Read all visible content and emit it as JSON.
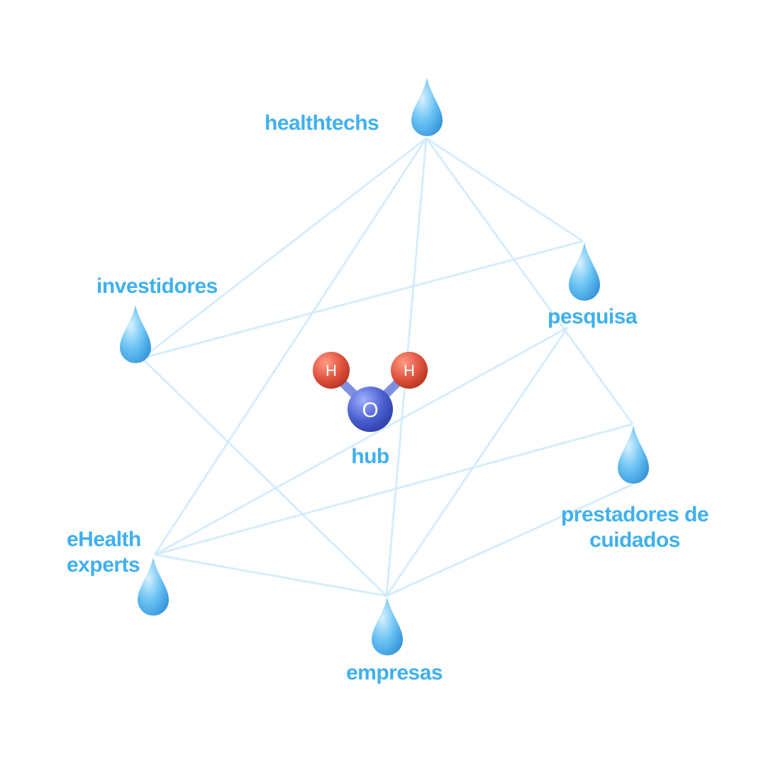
{
  "diagram": {
    "hub": {
      "label": "hub",
      "atoms": {
        "left": "H",
        "right": "H",
        "center": "O"
      }
    },
    "nodes": {
      "healthtechs": "healthtechs",
      "investidores": "investidores",
      "pesquisa": "pesquisa",
      "prestadores_line1": "prestadores de",
      "prestadores_line2": "cuidados",
      "ehealth_line1": "eHealth",
      "ehealth_line2": "experts",
      "empresas": "empresas"
    },
    "colors": {
      "label": "#3fb0ee",
      "edge": "#cfeafb",
      "drop": "#5ab8f0",
      "hydrogen": "#e0533f",
      "oxygen": "#4a5fd0"
    }
  }
}
